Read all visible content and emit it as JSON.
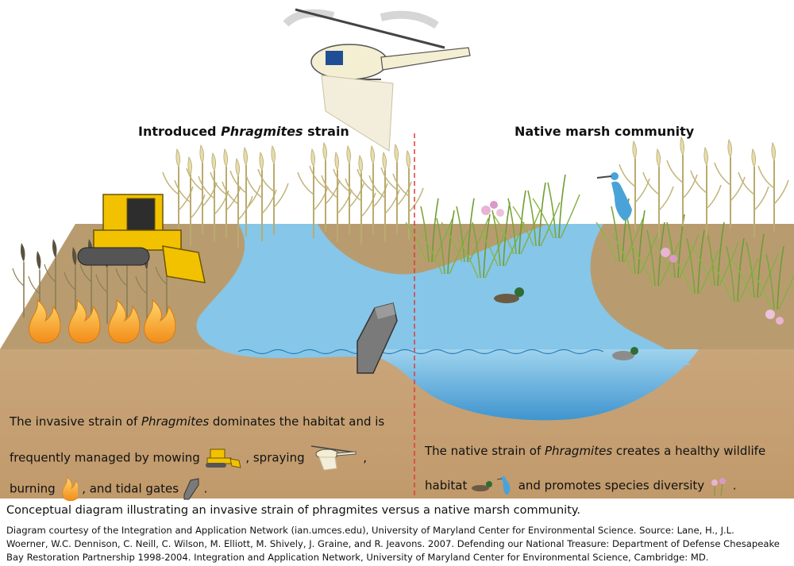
{
  "diagram": {
    "left_heading_pre": "Introduced ",
    "left_heading_italic": "Phragmites",
    "left_heading_post": " strain",
    "right_heading": "Native marsh community",
    "left_text": {
      "line1_pre": "The invasive strain of ",
      "line1_italic": "Phragmites",
      "line1_post": " dominates the habitat and is",
      "line2_a": "frequently managed by  mowing",
      "line2_b": ",  spraying",
      "line2_c": ",",
      "line3_a": "burning",
      "line3_b": ", and tidal gates",
      "line3_c": "."
    },
    "right_text": {
      "line1_pre": "The native strain of ",
      "line1_italic": "Phragmites",
      "line1_post": " creates a healthy wildlife",
      "line2_a": "habitat",
      "line2_b": "and promotes species diversity",
      "line2_c": "."
    },
    "caption_main": "Conceptual diagram illustrating an invasive strain of phragmites versus a native marsh community.",
    "caption_credit_1": "Diagram courtesy of the Integration and Application Network (ian.umces.edu), University of Maryland Center for Environmental Science. Source: Lane, H., J.L.",
    "caption_credit_2": "Woerner, W.C. Dennison, C. Neill, C. Wilson, M. Elliott, M. Shively, J. Graine, and R. Jeavons. 2007. Defending our National Treasure: Department of Defense Chesapeake",
    "caption_credit_3": "Bay Restoration Partnership 1998-2004. Integration and Application Network, University of Maryland Center for Environmental Science, Cambridge: MD.",
    "colors": {
      "soil": "#c8a67d",
      "soil_top": "#b59a6e",
      "water": "#7ec3e6",
      "water_deep": "#4ea4d4",
      "reed": "#c9b77a",
      "native_grass": "#7eaa3a",
      "bulldozer": "#f2c200",
      "fire": "#f0a020",
      "divider": "#e03a3a",
      "gate": "#6f6f6f"
    },
    "icons": [
      "helicopter-icon",
      "bulldozer-icon",
      "fire-icon",
      "tidal-gate-icon",
      "duck-icon",
      "heron-icon",
      "wildflower-icon"
    ]
  }
}
